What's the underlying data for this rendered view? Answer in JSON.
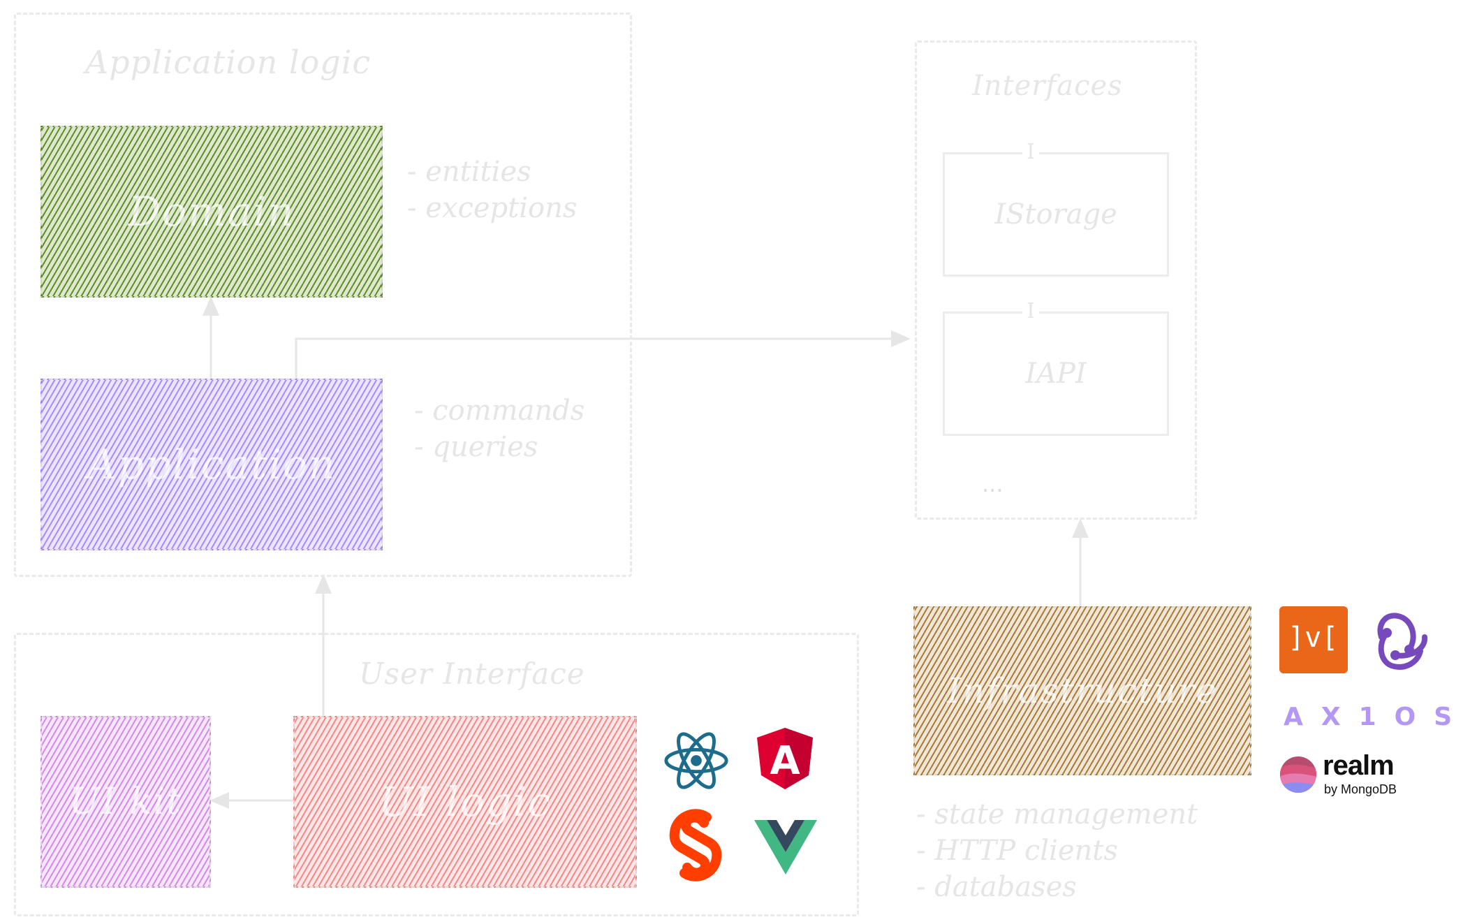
{
  "groups": {
    "application_logic": "Application logic",
    "interfaces": "Interfaces",
    "user_interface": "User Interface"
  },
  "blocks": {
    "domain": "Domain",
    "application": "Application",
    "ui_kit": "UI kit",
    "ui_logic": "UI logic",
    "infrastructure": "Infrastructure"
  },
  "notes": {
    "domain": [
      "- entities",
      "- exceptions"
    ],
    "application": [
      "- commands",
      "- queries"
    ],
    "infrastructure": [
      "- state management",
      "- HTTP clients",
      "- databases"
    ]
  },
  "interfaces": {
    "tag": "I",
    "items": [
      "IStorage",
      "IAPI"
    ],
    "more": "..."
  },
  "logos": {
    "ui": [
      "react-logo",
      "angular-logo",
      "svelte-logo",
      "vue-logo"
    ],
    "infrastructure": [
      "mobx-logo",
      "redux-logo",
      "axios-logo",
      "realm-logo"
    ],
    "mobx_text": "]v[",
    "angular_text": "A",
    "axios_text": "AX1OS",
    "realm_text": "realm",
    "realm_sub": "by MongoDB"
  },
  "colors": {
    "domain": "#5f8d2a",
    "application": "#a78bfa",
    "ui_kit": "#d38ae6",
    "ui_logic": "#ef8a86",
    "infrastructure": "#a87a3a",
    "mobx": "#ea6618",
    "redux": "#764abc",
    "axios": "#b497f5",
    "react": "#1e6c8c",
    "angular": "#dd0031",
    "svelte": "#ff3e00",
    "vue": "#41b883"
  }
}
